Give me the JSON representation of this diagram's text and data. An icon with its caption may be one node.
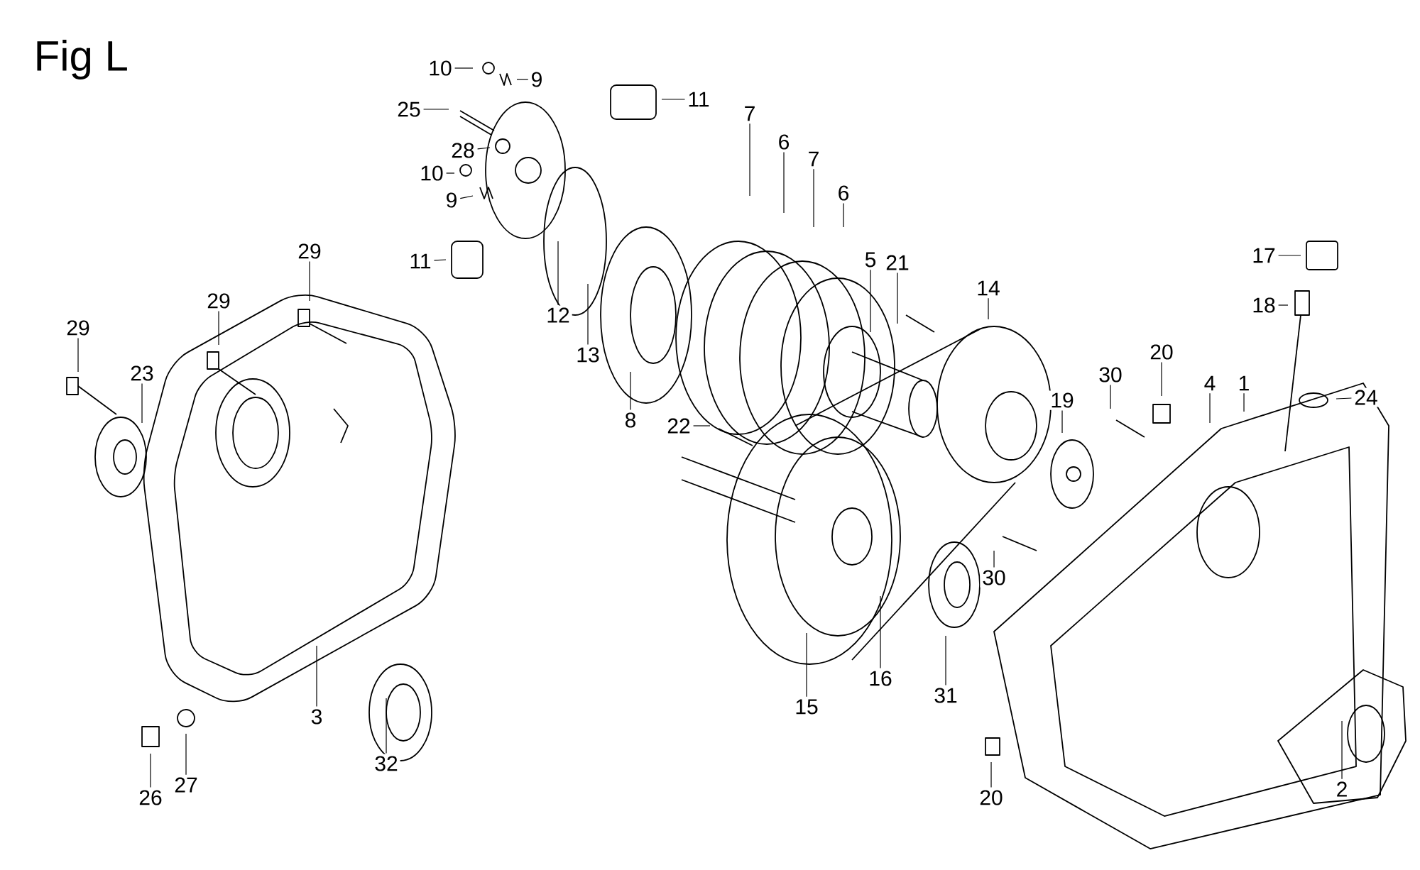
{
  "diagram": {
    "title": "Fig L",
    "nodes": [
      {
        "text": [
          "10"
        ]
      },
      {
        "text": [
          "9"
        ]
      },
      {
        "text": [
          "11"
        ]
      },
      {
        "text": [
          "25"
        ]
      },
      {
        "text": [
          "28"
        ]
      },
      {
        "text": [
          "10"
        ]
      },
      {
        "text": [
          "9"
        ]
      },
      {
        "text": [
          "7"
        ]
      },
      {
        "text": [
          "6"
        ]
      },
      {
        "text": [
          "7"
        ]
      },
      {
        "text": [
          "6"
        ]
      },
      {
        "text": [
          "17"
        ]
      },
      {
        "text": [
          "29"
        ]
      },
      {
        "text": [
          "11"
        ]
      },
      {
        "text": [
          "5"
        ]
      },
      {
        "text": [
          "21"
        ]
      },
      {
        "text": [
          "29"
        ]
      },
      {
        "text": [
          "18"
        ]
      },
      {
        "text": [
          "14"
        ]
      },
      {
        "text": [
          "12"
        ]
      },
      {
        "text": [
          "29"
        ]
      },
      {
        "text": [
          "13"
        ]
      },
      {
        "text": [
          "20"
        ]
      },
      {
        "text": [
          "23"
        ]
      },
      {
        "text": [
          "30"
        ]
      },
      {
        "text": [
          "8"
        ]
      },
      {
        "text": [
          "4"
        ]
      },
      {
        "text": [
          "1"
        ]
      },
      {
        "text": [
          "24"
        ]
      },
      {
        "text": [
          "19"
        ]
      },
      {
        "text": [
          "22"
        ]
      },
      {
        "text": [
          "30"
        ]
      },
      {
        "text": [
          "16"
        ]
      },
      {
        "text": [
          "31"
        ]
      },
      {
        "text": [
          "15"
        ]
      },
      {
        "text": [
          "3"
        ]
      },
      {
        "text": [
          "32"
        ]
      },
      {
        "text": [
          "27"
        ]
      },
      {
        "text": [
          "2"
        ]
      },
      {
        "text": [
          "26"
        ]
      },
      {
        "text": [
          "20"
        ]
      }
    ],
    "edges": [
      {
        "from": 0,
        "to": null,
        "arrow": "none"
      },
      {
        "from": 1,
        "to": null,
        "arrow": "none"
      },
      {
        "from": 2,
        "to": null,
        "arrow": "none"
      },
      {
        "from": 3,
        "to": null,
        "arrow": "none"
      },
      {
        "from": 4,
        "to": null,
        "arrow": "none"
      },
      {
        "from": 5,
        "to": null,
        "arrow": "none"
      },
      {
        "from": 6,
        "to": null,
        "arrow": "none"
      },
      {
        "from": 7,
        "to": null,
        "arrow": "none"
      },
      {
        "from": 8,
        "to": null,
        "arrow": "none"
      },
      {
        "from": 9,
        "to": null,
        "arrow": "none"
      },
      {
        "from": 10,
        "to": null,
        "arrow": "none"
      },
      {
        "from": 11,
        "to": null,
        "arrow": "none"
      },
      {
        "from": 12,
        "to": null,
        "arrow": "none"
      },
      {
        "from": 13,
        "to": null,
        "arrow": "none"
      },
      {
        "from": 14,
        "to": null,
        "arrow": "none"
      },
      {
        "from": 15,
        "to": null,
        "arrow": "none"
      },
      {
        "from": 16,
        "to": null,
        "arrow": "none"
      },
      {
        "from": 17,
        "to": null,
        "arrow": "none"
      },
      {
        "from": 18,
        "to": null,
        "arrow": "none"
      },
      {
        "from": 19,
        "to": null,
        "arrow": "none"
      },
      {
        "from": 20,
        "to": null,
        "arrow": "none"
      },
      {
        "from": 21,
        "to": null,
        "arrow": "none"
      },
      {
        "from": 22,
        "to": null,
        "arrow": "none"
      },
      {
        "from": 23,
        "to": null,
        "arrow": "none"
      },
      {
        "from": 24,
        "to": null,
        "arrow": "none"
      },
      {
        "from": 25,
        "to": null,
        "arrow": "none"
      },
      {
        "from": 26,
        "to": null,
        "arrow": "none"
      },
      {
        "from": 27,
        "to": null,
        "arrow": "none"
      },
      {
        "from": 28,
        "to": null,
        "arrow": "none"
      },
      {
        "from": 29,
        "to": null,
        "arrow": "none"
      },
      {
        "from": 30,
        "to": null,
        "arrow": "none"
      },
      {
        "from": 31,
        "to": null,
        "arrow": "none"
      },
      {
        "from": 32,
        "to": null,
        "arrow": "none"
      },
      {
        "from": 33,
        "to": null,
        "arrow": "none"
      },
      {
        "from": 34,
        "to": null,
        "arrow": "none"
      },
      {
        "from": 35,
        "to": null,
        "arrow": "none"
      },
      {
        "from": 36,
        "to": null,
        "arrow": "none"
      },
      {
        "from": 37,
        "to": null,
        "arrow": "none"
      },
      {
        "from": 38,
        "to": null,
        "arrow": "none"
      },
      {
        "from": 39,
        "to": null,
        "arrow": "none"
      },
      {
        "from": 40,
        "to": null,
        "arrow": "none"
      }
    ]
  }
}
